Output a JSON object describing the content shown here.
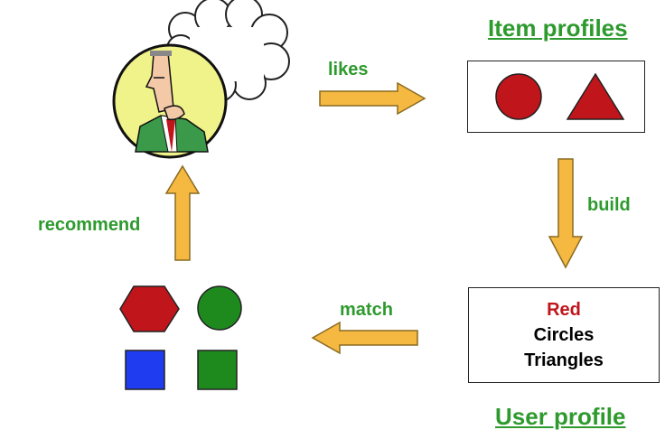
{
  "item_profiles_title": "Item profiles",
  "user_profile_title": "User profile",
  "edges": {
    "likes": "likes",
    "build": "build",
    "match": "match",
    "recommend": "recommend"
  },
  "user_profile_items": [
    {
      "text": "Red",
      "color": "#c0151b"
    },
    {
      "text": "Circles",
      "color": "#000000"
    },
    {
      "text": "Triangles",
      "color": "#000000"
    }
  ],
  "colors": {
    "label_green": "#2e9a2e",
    "arrow_fill": "#f5b942",
    "arrow_stroke": "#8a6a20",
    "red": "#c0151b",
    "green": "#1e8a1e",
    "blue": "#1f3cf0",
    "avatar_bg": "#f0f28a"
  }
}
